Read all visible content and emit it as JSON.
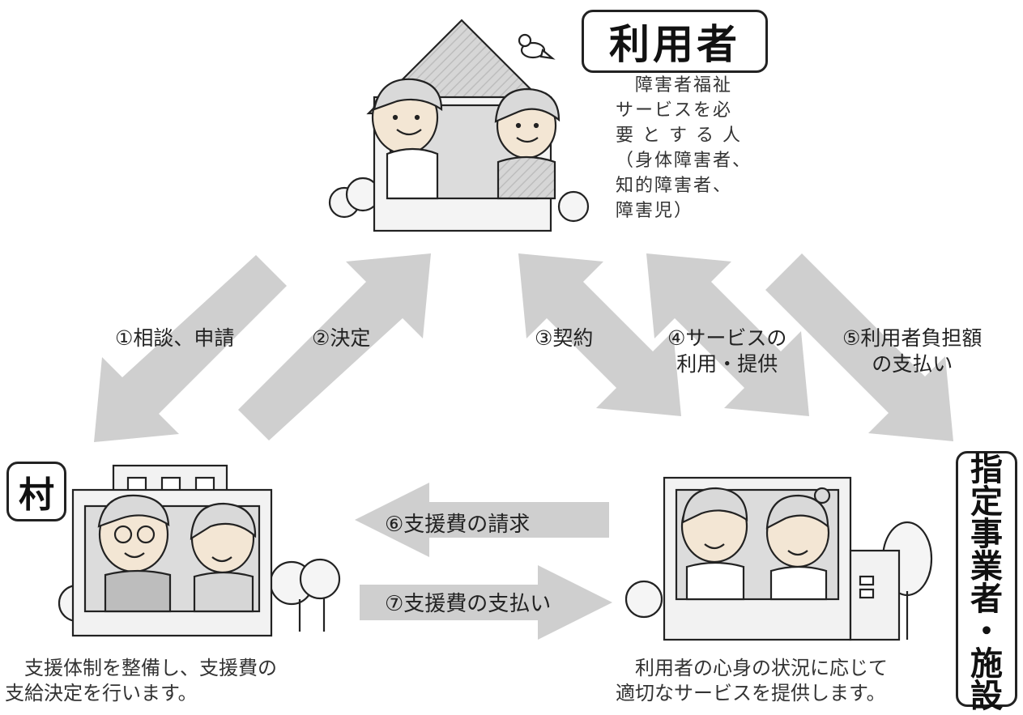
{
  "user": {
    "title": "利用者",
    "description": "　障害者福祉\nサービスを必\n要 と す る 人\n（身体障害者、\n知的障害者、\n障害児）"
  },
  "village": {
    "title": "村",
    "description": "　支援体制を整備し、支援費の\n支給決定を行います。"
  },
  "provider": {
    "title_chars": [
      "指",
      "定",
      "事",
      "業",
      "者",
      "・",
      "施",
      "設"
    ],
    "description": "　利用者の心身の状況に応じて\n適切なサービスを提供します。"
  },
  "flows": {
    "step1": "①相談、申請",
    "step2": "②決定",
    "step3": "③契約",
    "step4": "④サービスの\n利用・提供",
    "step5": "⑤利用者負担額\nの支払い",
    "step6": "⑥支援費の請求",
    "step7": "⑦支援費の支払い"
  },
  "colors": {
    "arrow": "#cfcfcf",
    "outline": "#222222",
    "skin": "#f3e6d4",
    "hair": "#d9d9d9",
    "house": "#f2f2f2"
  }
}
